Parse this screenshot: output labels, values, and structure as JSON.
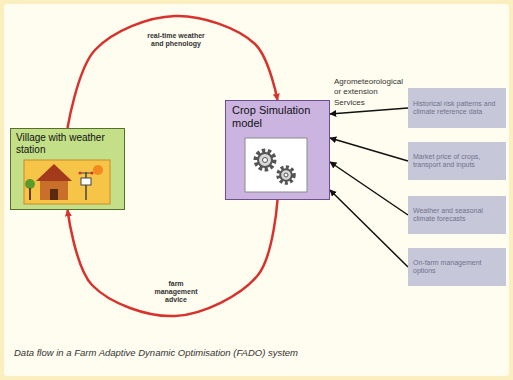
{
  "diagram": {
    "caption": "Data flow in a Farm Adaptive Dynamic Optimisation (FADO) system",
    "nodes": [
      {
        "text": [
          "Village with weather station"
        ]
      },
      {
        "text": [
          "Crop Simulation model"
        ]
      },
      {
        "text": [
          "Historical risk patterns and climate reference data"
        ]
      },
      {
        "text": [
          "Market price of crops, transport and inputs"
        ]
      },
      {
        "text": [
          "Weather and seasonal climate forecasts"
        ]
      },
      {
        "text": [
          "On-farm management options"
        ]
      }
    ],
    "edges": [
      {
        "from": 0,
        "to": 1,
        "label": "real-time weather and phenology",
        "arrow": "to"
      },
      {
        "from": 1,
        "to": 0,
        "label": "farm management advice",
        "arrow": "to"
      },
      {
        "from": 2,
        "to": 1,
        "arrow": "to"
      },
      {
        "from": 3,
        "to": 1,
        "arrow": "to"
      },
      {
        "from": 4,
        "to": 1,
        "arrow": "to"
      },
      {
        "from": 5,
        "to": 1,
        "arrow": "to"
      }
    ],
    "labels": [
      "Agrometeorological or extension Services"
    ]
  }
}
